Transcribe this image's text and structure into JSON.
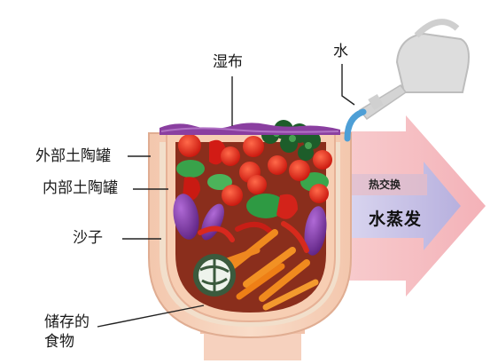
{
  "labels": {
    "wet_cloth": "湿布",
    "water": "水",
    "outer_pot": "外部土陶罐",
    "inner_pot": "内部土陶罐",
    "sand": "沙子",
    "stored_food_line1": "储存的",
    "stored_food_line2": "食物",
    "heat_exchange": "热交换",
    "water_evaporation": "水蒸发"
  },
  "colors": {
    "outer_pot": "#f5d3bc",
    "sand": "#f1ddc9",
    "inner_pot": "#f8cfb2",
    "arrow_outer": "#f4b3b9",
    "arrow_inner": "#c9c3e6",
    "wet_cloth": "#8a3fa0",
    "water_can": "#d9d9d9",
    "water_stream": "#5aa7d8"
  },
  "icons": {
    "watering_can": "watering-can-icon",
    "vegetables": "vegetables-illustration"
  }
}
